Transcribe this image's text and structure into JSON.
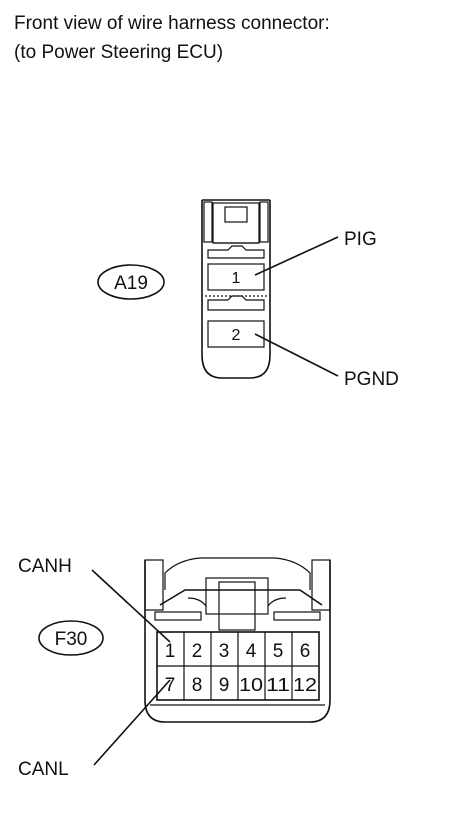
{
  "title": {
    "line1": "Front view of wire harness connector:",
    "line2": "(to Power Steering ECU)"
  },
  "connector_a19": {
    "id": "A19",
    "pins": [
      "1",
      "2"
    ],
    "labels": {
      "pin1": "PIG",
      "pin2": "PGND"
    }
  },
  "connector_f30": {
    "id": "F30",
    "row1": [
      "1",
      "2",
      "3",
      "4",
      "5",
      "6"
    ],
    "row2": [
      "7",
      "8",
      "9",
      "10",
      "11",
      "12"
    ],
    "labels": {
      "pin1": "CANH",
      "pin7": "CANL"
    }
  }
}
